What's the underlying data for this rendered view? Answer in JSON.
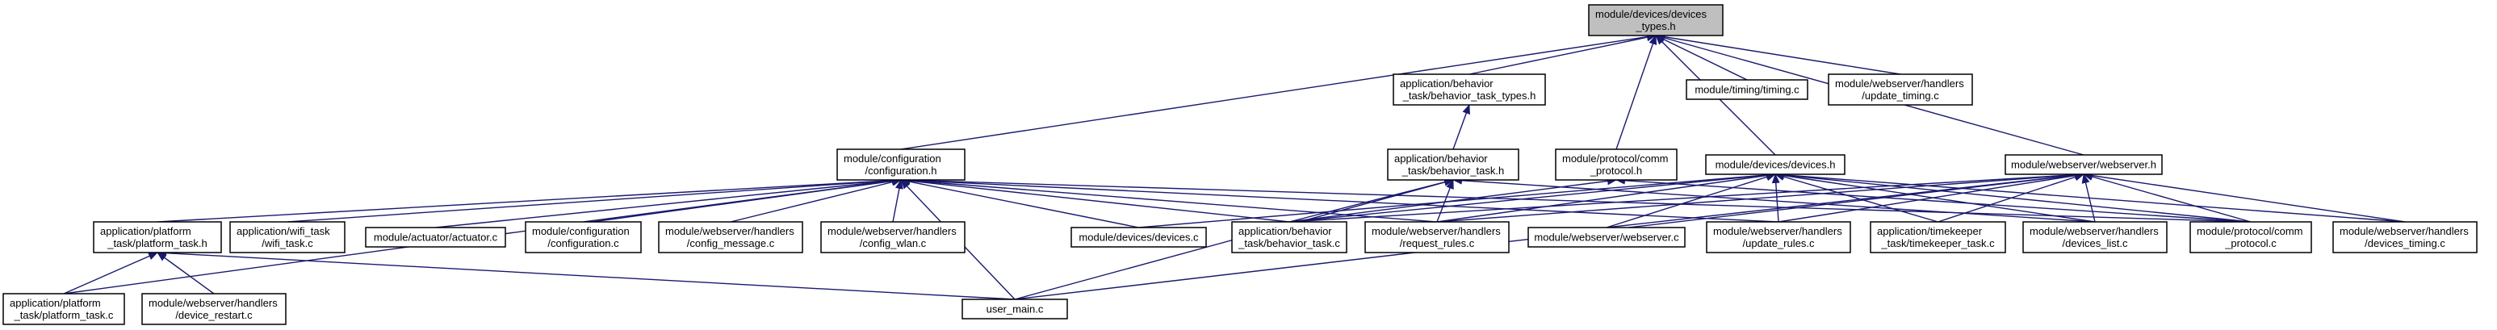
{
  "graph": {
    "title": "",
    "edge_color": "#191970",
    "node_fill": "#ffffff",
    "root_fill": "#bfbfbf",
    "nodes": [
      {
        "id": "devices_types",
        "lines": [
          "module/devices/devices",
          "_types.h"
        ],
        "root": true
      },
      {
        "id": "behavior_task_types",
        "lines": [
          "application/behavior",
          "_task/behavior_task_types.h"
        ]
      },
      {
        "id": "comm_protocol_h",
        "lines": [
          "module/protocol/comm",
          "_protocol.h"
        ]
      },
      {
        "id": "timing_c",
        "lines": [
          "module/timing/timing.c"
        ]
      },
      {
        "id": "update_timing_c",
        "lines": [
          "module/webserver/handlers",
          "/update_timing.c"
        ]
      },
      {
        "id": "configuration_h",
        "lines": [
          "module/configuration",
          "/configuration.h"
        ]
      },
      {
        "id": "behavior_task_h",
        "lines": [
          "application/behavior",
          "_task/behavior_task.h"
        ]
      },
      {
        "id": "devices_h",
        "lines": [
          "module/devices/devices.h"
        ]
      },
      {
        "id": "webserver_h",
        "lines": [
          "module/webserver/webserver.h"
        ]
      },
      {
        "id": "platform_task_h",
        "lines": [
          "application/platform",
          "_task/platform_task.h"
        ]
      },
      {
        "id": "wifi_task_c",
        "lines": [
          "application/wifi_task",
          "/wifi_task.c"
        ]
      },
      {
        "id": "actuator_c",
        "lines": [
          "module/actuator/actuator.c"
        ]
      },
      {
        "id": "configuration_c",
        "lines": [
          "module/configuration",
          "/configuration.c"
        ]
      },
      {
        "id": "config_message_c",
        "lines": [
          "module/webserver/handlers",
          "/config_message.c"
        ]
      },
      {
        "id": "config_wlan_c",
        "lines": [
          "module/webserver/handlers",
          "/config_wlan.c"
        ]
      },
      {
        "id": "devices_c",
        "lines": [
          "module/devices/devices.c"
        ]
      },
      {
        "id": "behavior_task_c",
        "lines": [
          "application/behavior",
          "_task/behavior_task.c"
        ]
      },
      {
        "id": "request_rules_c",
        "lines": [
          "module/webserver/handlers",
          "/request_rules.c"
        ]
      },
      {
        "id": "webserver_c",
        "lines": [
          "module/webserver/webserver.c"
        ]
      },
      {
        "id": "update_rules_c",
        "lines": [
          "module/webserver/handlers",
          "/update_rules.c"
        ]
      },
      {
        "id": "timekeeper_task_c",
        "lines": [
          "application/timekeeper",
          "_task/timekeeper_task.c"
        ]
      },
      {
        "id": "devices_list_c",
        "lines": [
          "module/webserver/handlers",
          "/devices_list.c"
        ]
      },
      {
        "id": "comm_protocol_c",
        "lines": [
          "module/protocol/comm",
          "_protocol.c"
        ]
      },
      {
        "id": "devices_timing_c",
        "lines": [
          "module/webserver/handlers",
          "/devices_timing.c"
        ]
      },
      {
        "id": "platform_task_c",
        "lines": [
          "application/platform",
          "_task/platform_task.c"
        ]
      },
      {
        "id": "device_restart_c",
        "lines": [
          "module/webserver/handlers",
          "/device_restart.c"
        ]
      },
      {
        "id": "user_main_c",
        "lines": [
          "user_main.c"
        ]
      }
    ],
    "edges": [
      [
        "behavior_task_types",
        "devices_types"
      ],
      [
        "comm_protocol_h",
        "devices_types"
      ],
      [
        "timing_c",
        "devices_types"
      ],
      [
        "update_timing_c",
        "devices_types"
      ],
      [
        "configuration_h",
        "devices_types"
      ],
      [
        "devices_h",
        "devices_types"
      ],
      [
        "webserver_h",
        "devices_types"
      ],
      [
        "behavior_task_h",
        "behavior_task_types"
      ],
      [
        "platform_task_h",
        "configuration_h"
      ],
      [
        "wifi_task_c",
        "configuration_h"
      ],
      [
        "actuator_c",
        "configuration_h"
      ],
      [
        "configuration_c",
        "configuration_h"
      ],
      [
        "config_message_c",
        "configuration_h"
      ],
      [
        "config_wlan_c",
        "configuration_h"
      ],
      [
        "devices_c",
        "configuration_h"
      ],
      [
        "behavior_task_c",
        "configuration_h"
      ],
      [
        "request_rules_c",
        "configuration_h"
      ],
      [
        "update_rules_c",
        "configuration_h"
      ],
      [
        "comm_protocol_c",
        "configuration_h"
      ],
      [
        "user_main_c",
        "configuration_h"
      ],
      [
        "platform_task_c",
        "configuration_h"
      ],
      [
        "behavior_task_c",
        "behavior_task_h"
      ],
      [
        "request_rules_c",
        "behavior_task_h"
      ],
      [
        "devices_list_c",
        "behavior_task_h"
      ],
      [
        "user_main_c",
        "behavior_task_h"
      ],
      [
        "behavior_task_c",
        "comm_protocol_h"
      ],
      [
        "comm_protocol_c",
        "comm_protocol_h"
      ],
      [
        "devices_c",
        "devices_h"
      ],
      [
        "behavior_task_c",
        "devices_h"
      ],
      [
        "request_rules_c",
        "devices_h"
      ],
      [
        "webserver_c",
        "devices_h"
      ],
      [
        "update_rules_c",
        "devices_h"
      ],
      [
        "timekeeper_task_c",
        "devices_h"
      ],
      [
        "devices_list_c",
        "devices_h"
      ],
      [
        "comm_protocol_c",
        "devices_h"
      ],
      [
        "devices_timing_c",
        "devices_h"
      ],
      [
        "behavior_task_c",
        "webserver_h"
      ],
      [
        "request_rules_c",
        "webserver_h"
      ],
      [
        "webserver_c",
        "webserver_h"
      ],
      [
        "update_rules_c",
        "webserver_h"
      ],
      [
        "timekeeper_task_c",
        "webserver_h"
      ],
      [
        "devices_list_c",
        "webserver_h"
      ],
      [
        "comm_protocol_c",
        "webserver_h"
      ],
      [
        "devices_timing_c",
        "webserver_h"
      ],
      [
        "user_main_c",
        "webserver_h"
      ],
      [
        "platform_task_c",
        "platform_task_h"
      ],
      [
        "device_restart_c",
        "platform_task_h"
      ],
      [
        "user_main_c",
        "platform_task_h"
      ]
    ]
  }
}
